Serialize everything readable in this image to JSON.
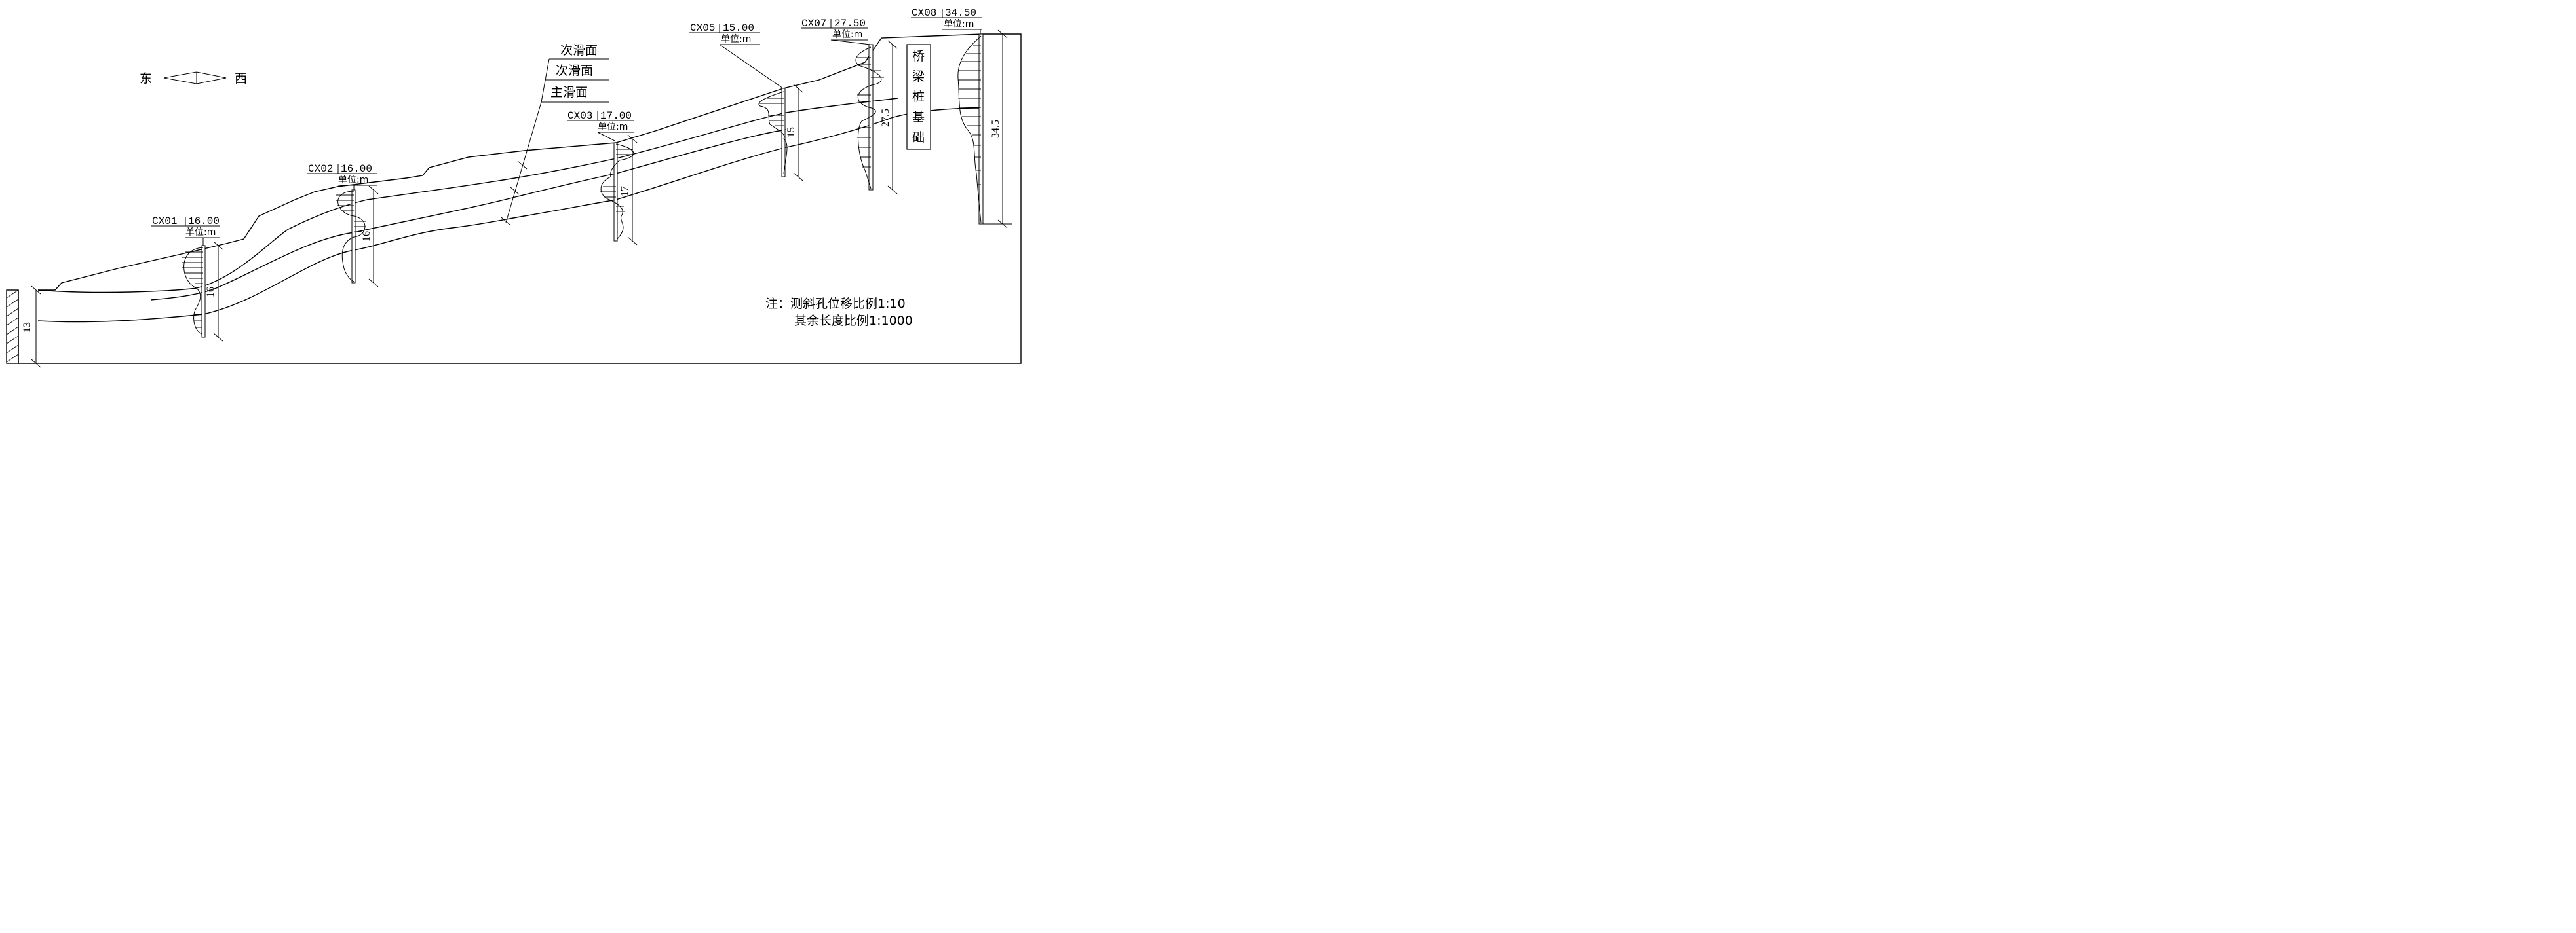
{
  "compass": {
    "east": "东",
    "west": "西"
  },
  "slip_labels": [
    "次滑面",
    "次滑面",
    "主滑面"
  ],
  "bridge_label": [
    "桥",
    "梁",
    "桩",
    "基",
    "础"
  ],
  "note": {
    "line1": "注：测斜孔位移比例1:10",
    "line2": "其余长度比例1:1000"
  },
  "left_dim": "13",
  "boreholes": [
    {
      "id": "CX01",
      "depth_label": "16.00",
      "unit": "单位:m",
      "dim": "16"
    },
    {
      "id": "CX02",
      "depth_label": "16.00",
      "unit": "单位:m",
      "dim": "16"
    },
    {
      "id": "CX03",
      "depth_label": "17.00",
      "unit": "单位:m",
      "dim": "17"
    },
    {
      "id": "CX05",
      "depth_label": "15.00",
      "unit": "单位:m",
      "dim": "15"
    },
    {
      "id": "CX07",
      "depth_label": "27.50",
      "unit": "单位:m",
      "dim": "27.5"
    },
    {
      "id": "CX08",
      "depth_label": "34.50",
      "unit": "单位:m",
      "dim": "34.5"
    }
  ]
}
